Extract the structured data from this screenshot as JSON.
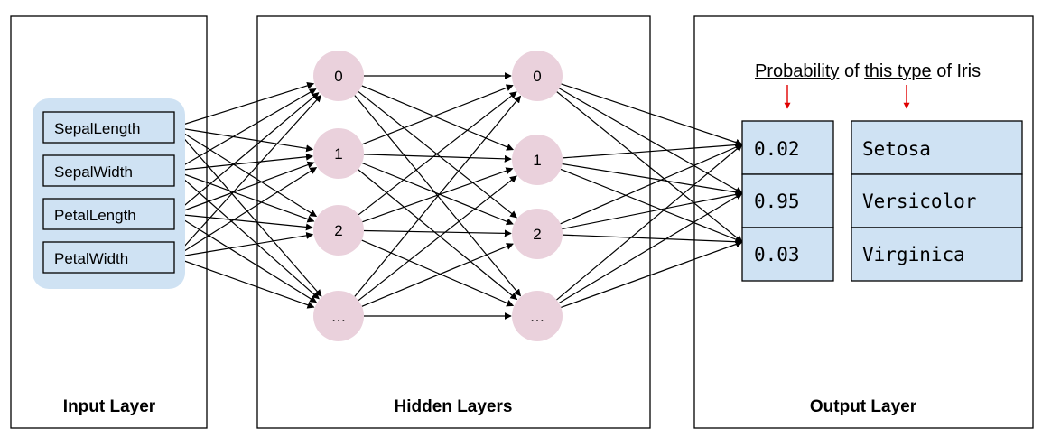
{
  "layers": {
    "input_title": "Input Layer",
    "hidden_title": "Hidden Layers",
    "output_title": "Output Layer"
  },
  "input_features": [
    "SepalLength",
    "SepalWidth",
    "PetalLength",
    "PetalWidth"
  ],
  "hidden_layer_1": [
    "0",
    "1",
    "2",
    "…"
  ],
  "hidden_layer_2": [
    "0",
    "1",
    "2",
    "…"
  ],
  "outputs": {
    "probabilities": [
      "0.02",
      "0.95",
      "0.03"
    ],
    "classes": [
      "Setosa",
      "Versicolor",
      "Virginica"
    ]
  },
  "annotation": {
    "word1": "Probability",
    "word2": " of ",
    "word3": "this type",
    "word4": " of Iris"
  },
  "colors": {
    "blue_fill": "#cfe2f3",
    "node_fill": "#ead1dc",
    "annotation_arrow": "#e00000"
  }
}
